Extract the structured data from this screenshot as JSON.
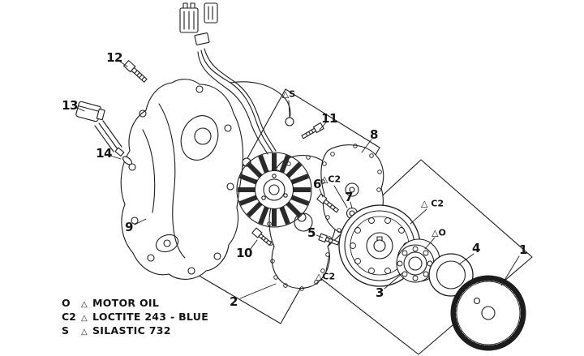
{
  "diagram": {
    "part_labels": [
      {
        "number": "1"
      },
      {
        "number": "2"
      },
      {
        "number": "3"
      },
      {
        "number": "4"
      },
      {
        "number": "5"
      },
      {
        "number": "6"
      },
      {
        "number": "7"
      },
      {
        "number": "8"
      },
      {
        "number": "9"
      },
      {
        "number": "10"
      },
      {
        "number": "11"
      },
      {
        "number": "12"
      },
      {
        "number": "13"
      },
      {
        "number": "14"
      }
    ],
    "callouts": [
      {
        "text": "△S"
      },
      {
        "text": "△C2"
      },
      {
        "text": "△ C2"
      },
      {
        "text": "△O"
      },
      {
        "text": "△C2"
      }
    ],
    "legend": [
      {
        "code": "O",
        "marker": "△",
        "label": "MOTOR OIL"
      },
      {
        "code": "C2",
        "marker": "△",
        "label": "LOCTITE 243 - BLUE"
      },
      {
        "code": "S",
        "marker": "△",
        "label": "SILASTIC 732"
      }
    ],
    "line_color": "#1c1c1c"
  }
}
